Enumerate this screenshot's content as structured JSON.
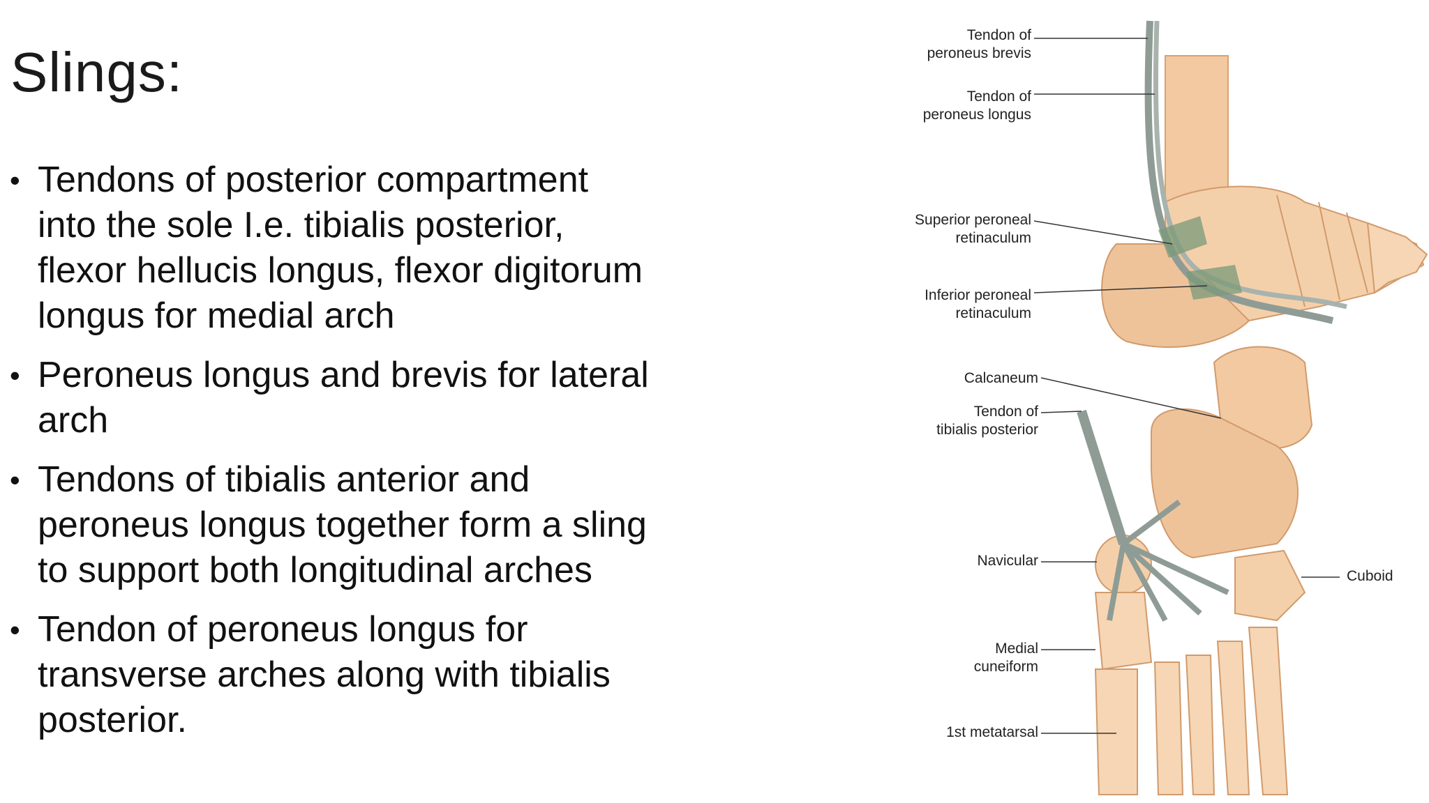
{
  "slide": {
    "title": "Slings:",
    "bullets": [
      {
        "lines": [
          "Tendons of posterior compartment",
          "into the sole I.e. tibialis posterior,",
          "flexor hellucis longus, flexor digitorum",
          "longus for medial arch"
        ]
      },
      {
        "lines": [
          "Peroneus longus and brevis for lateral",
          "arch"
        ]
      },
      {
        "lines": [
          "Tendons of tibialis anterior and",
          "peroneus longus together form a sling",
          "to support both longitudinal arches"
        ]
      },
      {
        "lines": [
          "Tendon of peroneus longus for",
          "transverse arches along with tibialis",
          "posterior."
        ]
      }
    ]
  },
  "figure": {
    "top_labels": {
      "peroneus_brevis": [
        "Tendon of",
        "peroneus brevis"
      ],
      "peroneus_longus": [
        "Tendon of",
        "peroneus longus"
      ],
      "superior_retinaculum": [
        "Superior peroneal",
        "retinaculum"
      ],
      "inferior_retinaculum": [
        "Inferior peroneal",
        "retinaculum"
      ]
    },
    "bottom_labels": {
      "calcaneum": "Calcaneum",
      "tibialis_posterior": [
        "Tendon of",
        "tibialis posterior"
      ],
      "navicular": "Navicular",
      "cuboid": "Cuboid",
      "medial_cuneiform": [
        "Medial",
        "cuneiform"
      ],
      "first_metatarsal": "1st metatarsal"
    },
    "colors": {
      "bone": "#f2c9a0",
      "bone_shadow": "#d9a174",
      "tendon": "#8f9c96",
      "retinaculum": "#7a9a78",
      "leader": "#333333"
    }
  }
}
